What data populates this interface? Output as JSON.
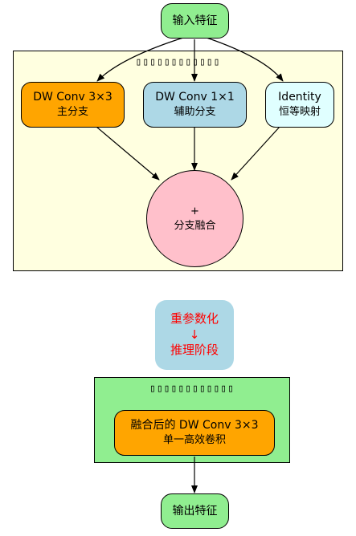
{
  "nodes": {
    "input": {
      "label": "输入特征"
    },
    "dw3": {
      "line1": "DW Conv 3×3",
      "line2": "主分支"
    },
    "dw1": {
      "line1": "DW Conv 1×1",
      "line2": "辅助分支"
    },
    "identity": {
      "line1": "Identity",
      "line2": "恒等映射"
    },
    "fuse": {
      "line1": "+",
      "line2": "分支融合"
    },
    "reparam": {
      "line1": "重参数化",
      "arrow": "↓",
      "line2": "推理阶段"
    },
    "fused_conv": {
      "line1": "融合后的 DW Conv 3×3",
      "line2": "单一高效卷积"
    },
    "output": {
      "label": "输出特征"
    }
  },
  "colors": {
    "train_cluster_bg": "#ffffe0",
    "infer_cluster_bg": "#90ee90",
    "io_node": "#90ee90",
    "dw3": "#ffa500",
    "dw1": "#add8e6",
    "identity": "#e0ffff",
    "fuse": "#ffc0cb",
    "reparam_bg": "#add8e6",
    "reparam_text": "#ff0000"
  }
}
